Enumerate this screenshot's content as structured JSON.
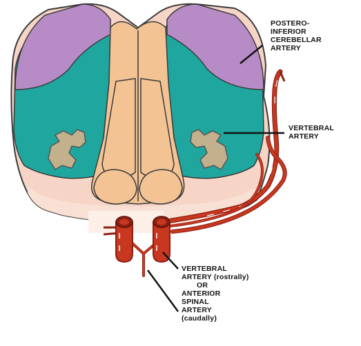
{
  "labels": {
    "pica": [
      "POSTERO-",
      "INFERIOR",
      "CEREBELLAR",
      "ARTERY"
    ],
    "vertebral": [
      "VERTEBRAL",
      "ARTERY"
    ],
    "bottom": [
      "VERTEBRAL",
      "ARTERY (rostrally)",
      "OR",
      "ANTERIOR",
      "SPINAL",
      "ARTERY",
      "(caudally)"
    ]
  },
  "colors": {
    "outline": "#3a3a3a",
    "outer_tissue": "#f6d4c6",
    "teal_region": "#1ea69f",
    "purple_region": "#b78bc6",
    "central_tan": "#f3c394",
    "nucleus_khaki": "#c2b18c",
    "artery_red": "#c8371f",
    "artery_dark": "#8b1f12",
    "artery_highlight": "#ffffff"
  }
}
